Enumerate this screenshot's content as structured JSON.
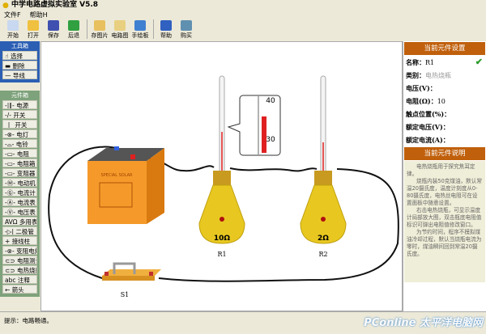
{
  "window": {
    "title": "中学电路虚拟实验室 V5.8"
  },
  "menu": [
    "文件F",
    "帮助H"
  ],
  "toolbar": [
    {
      "label": "开始",
      "color": "#c8d8f0"
    },
    {
      "label": "打开",
      "color": "#f0c040"
    },
    {
      "label": "保存",
      "color": "#4050b0"
    },
    {
      "label": "后退",
      "color": "#30a040"
    },
    {
      "label": "存图片",
      "color": "#e8c060"
    },
    {
      "label": "电路图",
      "color": "#e8d080"
    },
    {
      "label": "手绘板",
      "color": "#4080d0"
    },
    {
      "label": "帮助",
      "color": "#3060c0"
    },
    {
      "label": "购买",
      "color": "#6090b0"
    }
  ],
  "toolbox": {
    "title": "工具箱",
    "items": [
      {
        "icon": "☝",
        "label": "选择"
      },
      {
        "icon": "▬",
        "label": "删除"
      },
      {
        "icon": "—",
        "label": "导线"
      }
    ]
  },
  "parts": {
    "title": "元件箱",
    "items": [
      {
        "icon": "-|‖-",
        "label": "电源"
      },
      {
        "icon": "-/-",
        "label": "开关"
      },
      {
        "icon": "_|_",
        "label": "开关"
      },
      {
        "icon": "-⊗-",
        "label": "电灯"
      },
      {
        "icon": "-⌓-",
        "label": "电铃"
      },
      {
        "icon": "-▭-",
        "label": "电阻"
      },
      {
        "icon": "-▭-",
        "label": "电阻箱"
      },
      {
        "icon": "-▭-",
        "label": "变阻器"
      },
      {
        "icon": "-Ⓜ-",
        "label": "电动机"
      },
      {
        "icon": "-Ⓖ-",
        "label": "电流计"
      },
      {
        "icon": "-Ⓐ-",
        "label": "电流表"
      },
      {
        "icon": "-Ⓥ-",
        "label": "电压表"
      },
      {
        "icon": "AVΩ",
        "label": "多用表"
      },
      {
        "icon": "-▷|",
        "label": "二极管"
      },
      {
        "icon": "+",
        "label": "接线柱"
      },
      {
        "icon": "-⊗-",
        "label": "变阻电灯"
      },
      {
        "icon": "⊂⊃",
        "label": "电阻测试"
      },
      {
        "icon": "⊂⊃",
        "label": "电热烧瓶"
      },
      {
        "icon": "abc",
        "label": "注释"
      },
      {
        "icon": "←",
        "label": "箭头"
      }
    ]
  },
  "canvas": {
    "r1_value": "10Ω",
    "r2_value": "2Ω",
    "r1_label": "R1",
    "r2_label": "R2",
    "s1_label": "S1",
    "zoom_top": "40",
    "zoom_bottom": "30",
    "battery_text": "SPECIAL SOLAR"
  },
  "settings": {
    "title": "当前元件设置",
    "name_label": "名称：",
    "name_value": "R1",
    "type_label": "类别：",
    "type_value": "电热烧瓶",
    "voltage_label": "电压(V)：",
    "resistance_label": "电阻(Ω)：",
    "resistance_value": "10",
    "contact_label": "触点位置(%)：",
    "rated_v_label": "额定电压(V)：",
    "rated_i_label": "额定电流(A)："
  },
  "description": {
    "title": "当前元件说明",
    "paragraphs": [
      "电热烧瓶用于探究焦耳定律。",
      "烧瓶内装50克煤油，默认常温20摄氏度，温度计刻度从0-80摄氏度，电热丝电阻可在设置面板中随意设置。",
      "右击电热烧瓶，可显示温度计局部放大图，双击瓶底电阻值标识可弹出电阻值修改窗口。",
      "为节约时间，程序不模拟煤油冷却过程，默认当烧瓶电流为零时，煤油瞬间回到常温20摄氏度。"
    ]
  },
  "status": "提示：电路畅通。",
  "watermark": "PConline 太平洋电脑网"
}
